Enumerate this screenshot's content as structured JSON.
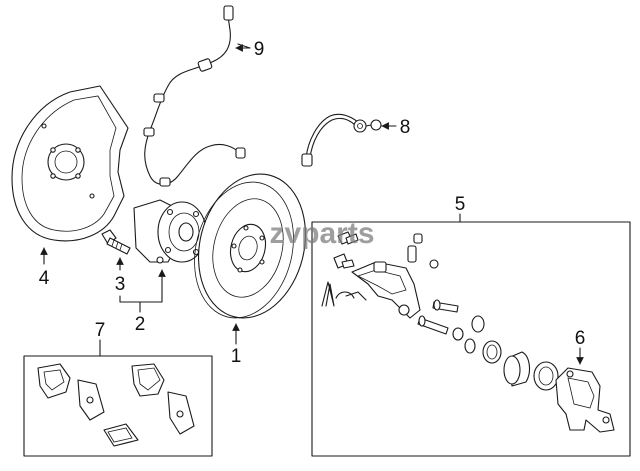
{
  "watermark": "zvparts",
  "callouts": {
    "c1": "1",
    "c2": "2",
    "c3": "3",
    "c4": "4",
    "c5": "5",
    "c6": "6",
    "c7": "7",
    "c8": "8",
    "c9": "9"
  },
  "colors": {
    "line": "#1a1a1a",
    "watermark": "#7d7d7d",
    "background": "#ffffff"
  }
}
